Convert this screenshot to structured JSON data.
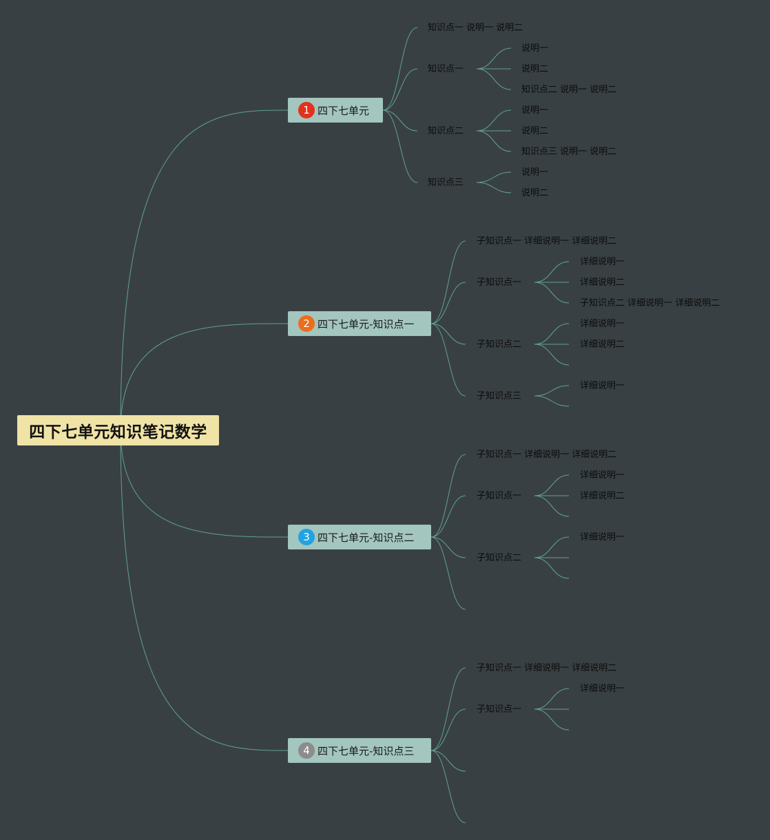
{
  "root": {
    "title": "四下七单元知识笔记数学"
  },
  "branches": [
    {
      "badge": "1",
      "badge_color": "#e3311b",
      "title": "四下七单元"
    },
    {
      "badge": "2",
      "badge_color": "#ec6d1c",
      "title": "四下七单元-知识点一"
    },
    {
      "badge": "3",
      "badge_color": "#21a2e3",
      "title": "四下七单元-知识点二"
    },
    {
      "badge": "4",
      "badge_color": "#8c8c8c",
      "title": "四下七单元-知识点三"
    }
  ],
  "branch1": {
    "n1": "知识点一 说明一 说明二",
    "n2": "知识点一",
    "n2_children": [
      "说明一",
      "说明二",
      "知识点二 说明一 说明二"
    ],
    "n3": "知识点二",
    "n3_children": [
      "说明一",
      "说明二",
      "知识点三 说明一 说明二"
    ],
    "n4": "知识点三",
    "n4_children": [
      "说明一",
      "说明二"
    ]
  },
  "branch2": {
    "n1": "子知识点一 详细说明一 详细说明二",
    "n2": "子知识点一",
    "n2_children": [
      "详细说明一",
      "详细说明二",
      "子知识点二 详细说明一 详细说明二"
    ],
    "n3": "子知识点二",
    "n3_children": [
      "详细说明一",
      "详细说明二"
    ],
    "n4": "子知识点三",
    "n4_children": [
      "详细说明一"
    ]
  },
  "branch3": {
    "n1": "子知识点一 详细说明一 详细说明二",
    "n2": "子知识点一",
    "n2_children": [
      "详细说明一",
      "详细说明二"
    ],
    "n3": "子知识点二",
    "n3_children": [
      "详细说明一"
    ]
  },
  "branch4": {
    "n1": "子知识点一 详细说明一 详细说明二",
    "n2": "子知识点一",
    "n2_children": [
      "详细说明一"
    ]
  },
  "colors": {
    "background": "#394043",
    "connector": "#5fa391",
    "root_fill": "#f0e3a6",
    "branch_fill": "#a3c6bf"
  }
}
